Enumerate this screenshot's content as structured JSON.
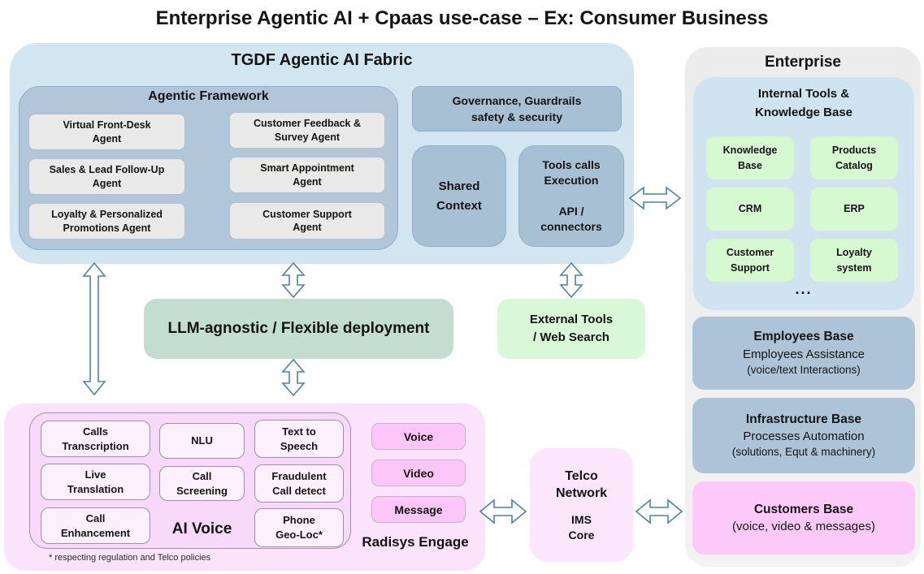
{
  "title": "Enterprise Agentic AI + Cpaas use-case – Ex: Consumer Business",
  "fabric": {
    "title": "TGDF Agentic AI Fabric",
    "framework": {
      "title": "Agentic Framework",
      "agents": [
        "Virtual Front-Desk\nAgent",
        "Sales & Lead Follow-Up\nAgent",
        "Loyalty & Personalized\nPromotions Agent",
        "Customer Feedback &\nSurvey Agent",
        "Smart Appointment\nAgent",
        "Customer Support\nAgent"
      ]
    },
    "governance": "Governance, Guardrails\nsafety & security",
    "shared_context": "Shared\nContext",
    "tools_calls": "Tools calls\nExecution\n\nAPI /\nconnectors"
  },
  "middle": {
    "llm": "LLM-agnostic / Flexible deployment",
    "external_tools": "External Tools\n/ Web Search"
  },
  "enterprise": {
    "title": "Enterprise",
    "internal_tools": {
      "title": "Internal Tools &\nKnowledge Base",
      "items": [
        "Knowledge\nBase",
        "Products\nCatalog",
        "CRM",
        "ERP",
        "Customer\nSupport",
        "Loyalty\nsystem"
      ],
      "more": "..."
    },
    "employees_base": {
      "title": "Employees Base",
      "subtitle": "Employees Assistance",
      "detail": "(voice/text Interactions)"
    },
    "infrastructure_base": {
      "title": "Infrastructure Base",
      "subtitle": "Processes Automation",
      "detail": "(solutions, Equt & machinery)"
    },
    "customers_base": {
      "title": "Customers Base",
      "detail": "(voice, video & messages)"
    }
  },
  "engage": {
    "title": "Radisys Engage",
    "ai_voice_label": "AI Voice",
    "features": [
      "Calls\nTranscription",
      "NLU",
      "Text to\nSpeech",
      "Live\nTranslation",
      "Call\nScreening",
      "Fraudulent\nCall detect",
      "Call\nEnhancement",
      "Phone\nGeo-Loc*"
    ],
    "channels": [
      "Voice",
      "Video",
      "Message"
    ],
    "footnote": "* respecting regulation and Telco policies"
  },
  "telco": {
    "name": "Telco\nNetwork",
    "core": "IMS\nCore"
  },
  "colors": {
    "fabric_bg": "#d2e6f1",
    "framework_bg": "#b1c6d9",
    "agent_box_bg": "#e9e9e9",
    "governance_bg": "#a8c0d4",
    "llm_bg": "#c3ddd1",
    "external_tools_bg": "#d9f8d8",
    "enterprise_bg": "#eeeeee",
    "internal_tools_bg": "#cfe4f0",
    "internal_item_bg": "#d6f9d2",
    "base_card_bg": "#adc4d8",
    "customers_bg": "#fdc9f9",
    "engage_bg": "#fae3fb",
    "engage_inner_bg": "#f8d9f9",
    "feature_box_bg": "#fdf0fd",
    "channel_bg": "#fcc6f8",
    "telco_bg": "#fce6fc",
    "arrow_outline": "#4f81a8"
  }
}
